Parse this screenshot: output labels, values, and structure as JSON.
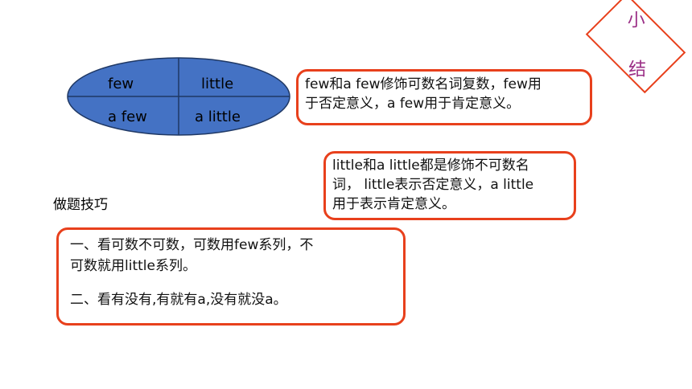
{
  "diagram": {
    "cells": {
      "top_left": "few",
      "top_right": "little",
      "bottom_left": "a few",
      "bottom_right": "a little"
    },
    "fill_color": "#4472c4"
  },
  "box_few": {
    "line1": "few和a few修饰可数名词复数，few用",
    "line2": "于否定意义，a few用于肯定意义。"
  },
  "box_little": {
    "line1": "little和a little都是修饰不可数名",
    "line2": "词， little表示否定意义，a little",
    "line3": "用于表示肯定意义。"
  },
  "tips": {
    "title": "做题技巧",
    "line1": "一、看可数不可数，可数用few系列，不",
    "line2": "可数就用little系列。",
    "line3": "二、看有没有,有就有a,没有就没a。"
  },
  "summary_tag": {
    "char1": "小",
    "char2": "结"
  },
  "colors": {
    "accent_red": "#e8401c",
    "tag_purple": "#9b2f86"
  }
}
